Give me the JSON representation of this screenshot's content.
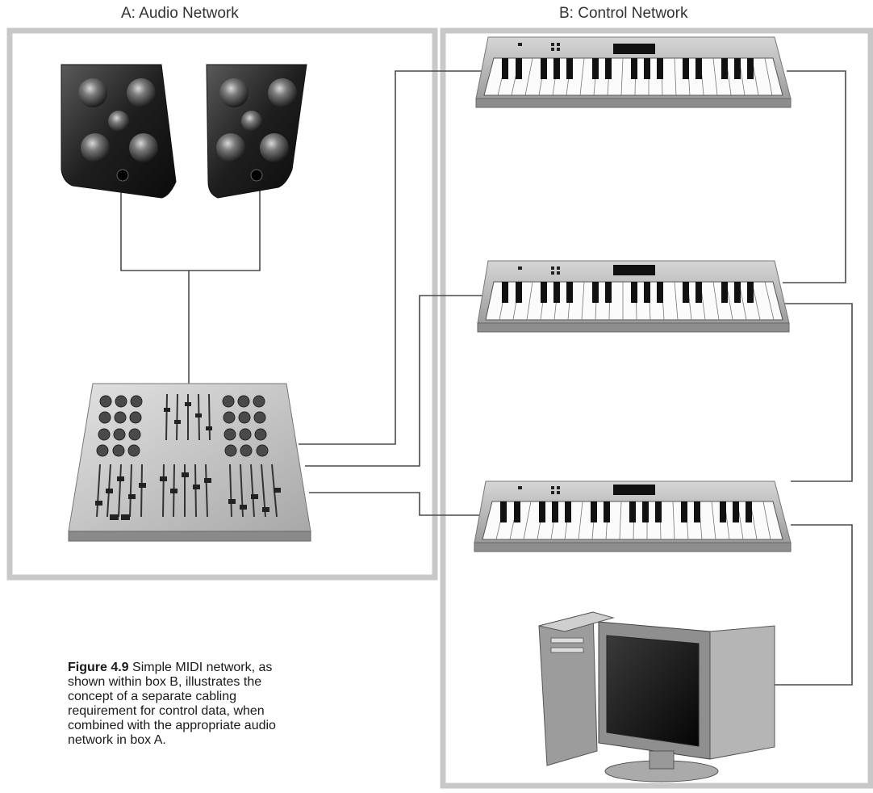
{
  "boxes": {
    "a_title": "A: Audio Network",
    "b_title": "B: Control Network"
  },
  "caption": {
    "label": "Figure 4.9",
    "text": " Simple MIDI network, as shown within box B, illustrates the concept of a separate cabling requirement for control data, when combined with the appropriate audio network in box A."
  },
  "icons": [
    "speaker-icon",
    "speaker-icon",
    "mixer-icon",
    "keyboard-icon",
    "keyboard-icon",
    "keyboard-icon",
    "computer-icon"
  ],
  "colors": {
    "frame": "#c8c8c8",
    "cable": "#4a4a4a",
    "device": "#b9b9b9"
  }
}
